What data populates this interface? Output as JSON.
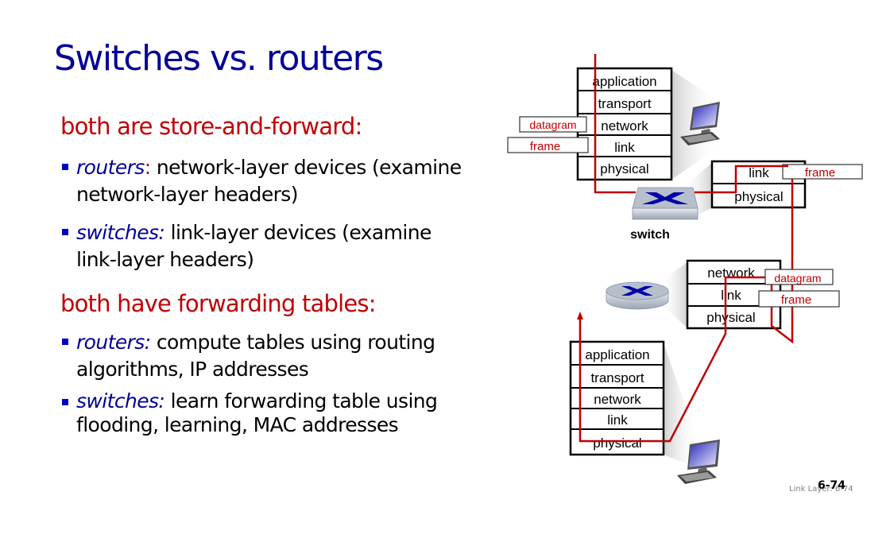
{
  "slide": {
    "title": "Switches vs. routers",
    "sections": [
      {
        "heading": "both are store-and-forward:",
        "bullets": [
          {
            "keyword": "routers",
            "separator": ":",
            "text": " network-layer devices (examine network-layer headers)"
          },
          {
            "keyword": "switches:",
            "separator": "",
            "text": " link-layer devices (examine link-layer headers)"
          }
        ]
      },
      {
        "heading": "both have forwarding tables:",
        "bullets": [
          {
            "keyword": "routers:",
            "separator": "",
            "text": " compute tables using routing algorithms, IP addresses"
          },
          {
            "keyword": "switches:",
            "separator": "",
            "text": " learn forwarding table using flooding, learning, MAC addresses"
          }
        ]
      }
    ],
    "footer": {
      "label": "Link Layer: 6-74",
      "page_number": "6-74"
    }
  },
  "diagram": {
    "host_top_stack": [
      "application",
      "transport",
      "network",
      "link",
      "physical"
    ],
    "host_bottom_stack": [
      "application",
      "transport",
      "network",
      "link",
      "physical"
    ],
    "switch_stack": [
      "link",
      "physical"
    ],
    "router_stack": [
      "network",
      "link",
      "physical"
    ],
    "switch_label": "switch",
    "pdu_labels": {
      "datagram": "datagram",
      "frame": "frame"
    },
    "colors": {
      "path": "#c00000",
      "pdu_text": "#c00000",
      "device_x": "#0000aa"
    }
  }
}
